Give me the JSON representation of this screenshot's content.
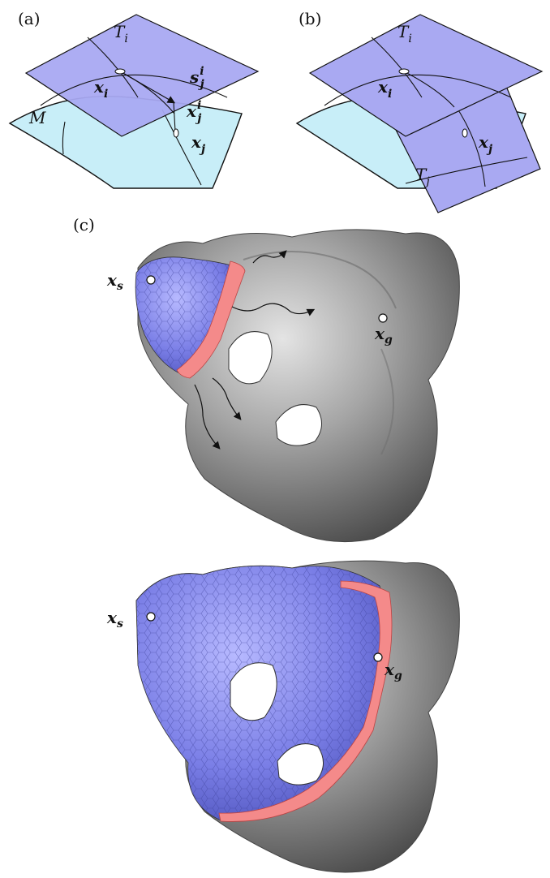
{
  "panels": {
    "a": {
      "label": "(a)",
      "tangent_plane": "T",
      "tangent_plane_sub": "i",
      "manifold": "M",
      "x_i": "x",
      "x_i_sub": "i",
      "s_j": "s",
      "s_j_sub": "j",
      "s_j_sup": "i",
      "x_j_i": "x",
      "x_j_i_sub": "j",
      "x_j_i_sup": "i",
      "x_j": "x",
      "x_j_sub": "j"
    },
    "b": {
      "label": "(b)",
      "tangent_plane_i": "T",
      "tangent_plane_i_sub": "i",
      "tangent_plane_j": "T",
      "tangent_plane_j_sub": "j",
      "x_i": "x",
      "x_i_sub": "i",
      "x_j": "x",
      "x_j_sub": "j"
    },
    "c": {
      "label": "(c)",
      "start": "x",
      "start_sub": "s",
      "goal": "x",
      "goal_sub": "g"
    }
  },
  "colors": {
    "tangent_plane": "#a9a9f2",
    "manifold": "#c8eef8",
    "explored": "#7f82e8",
    "frontier": "#f48a8a",
    "surface": "#8c8c8c"
  }
}
